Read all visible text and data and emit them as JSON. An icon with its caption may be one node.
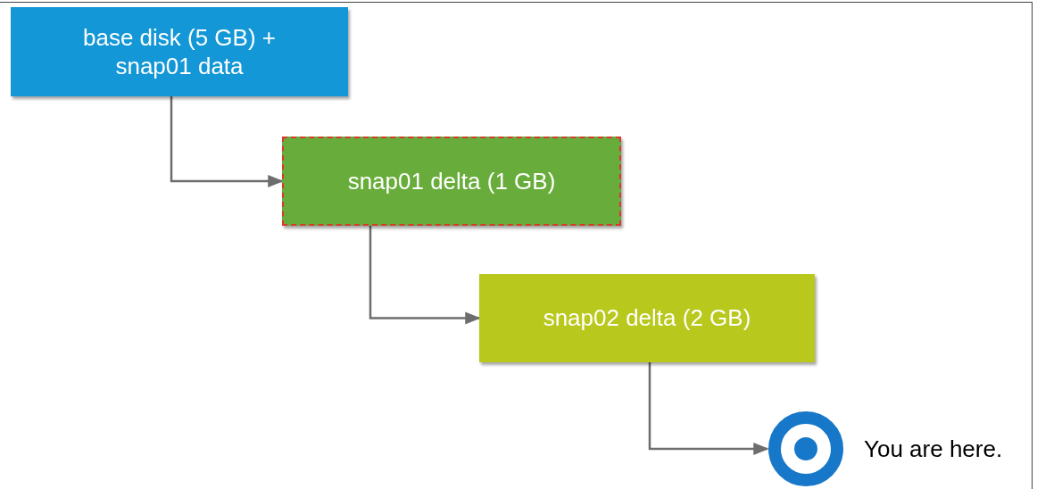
{
  "diagram": {
    "nodes": [
      {
        "text": [
          "base disk (5 GB) + snap01 data"
        ]
      },
      {
        "text": [
          "snap01 delta (1 GB)"
        ]
      },
      {
        "text": [
          "snap02 delta (2 GB)"
        ]
      },
      {
        "text": [],
        "shape": "circle",
        "beside": [
          "You are here."
        ]
      }
    ],
    "edges": [
      {
        "from": 0,
        "to": 1,
        "arrow": "to"
      },
      {
        "from": 1,
        "to": 2,
        "arrow": "to"
      },
      {
        "from": 2,
        "to": 3,
        "arrow": "to"
      }
    ]
  }
}
